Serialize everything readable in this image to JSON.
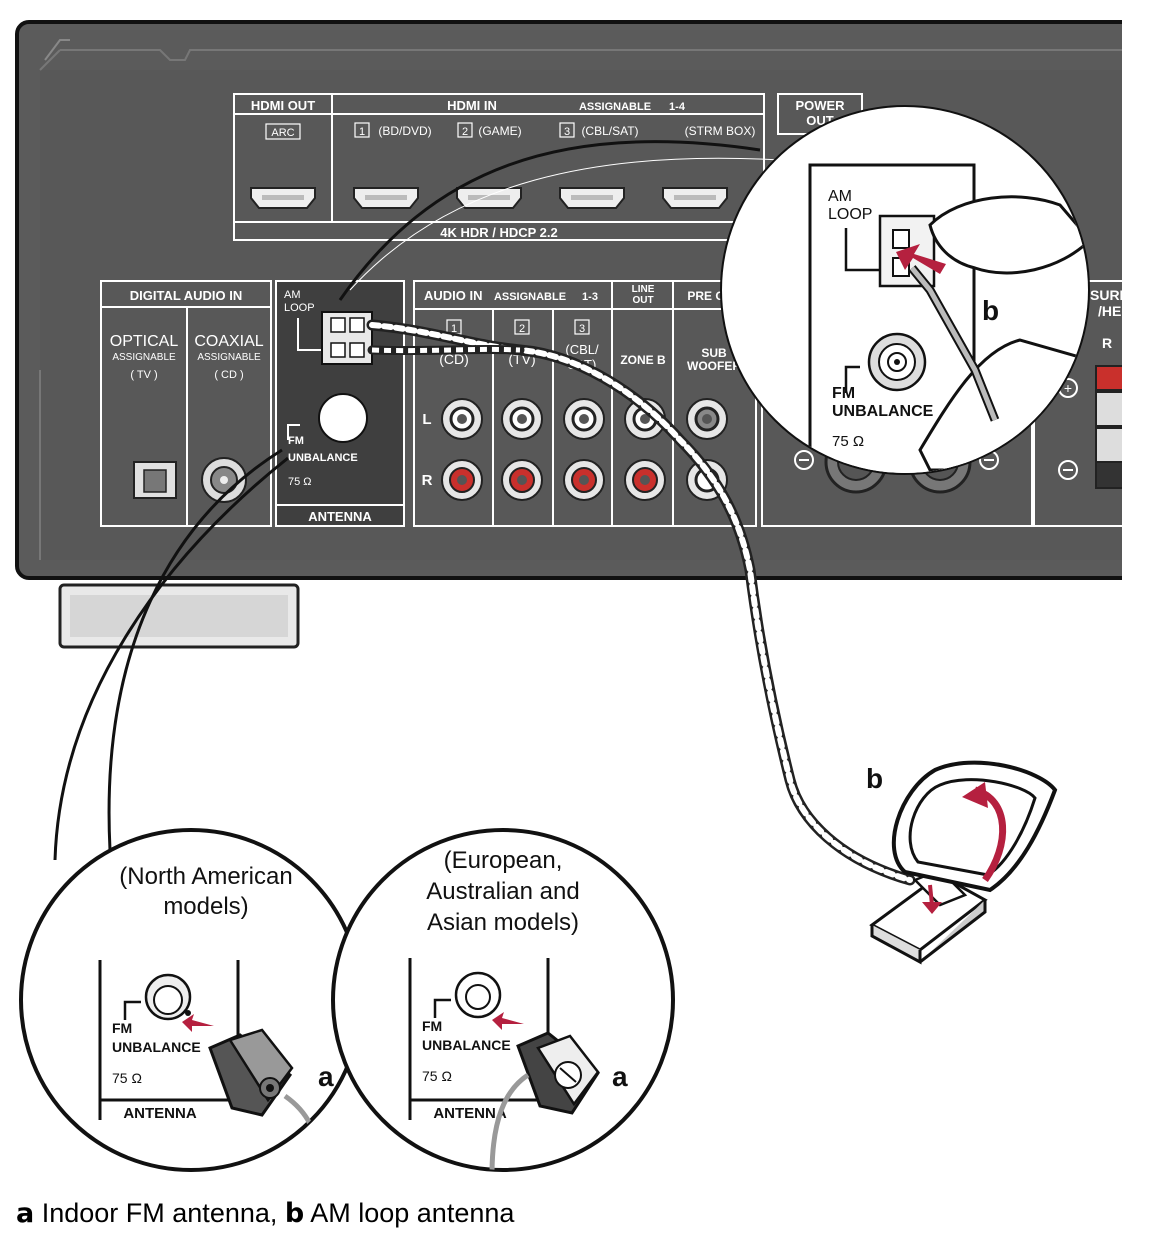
{
  "panel": {
    "hdmi_out": "HDMI OUT",
    "arc": "ARC",
    "hdmi_in": "HDMI IN",
    "assignable_14": "ASSIGNABLE",
    "assignable_14_range": "1-4",
    "in1": "(BD/DVD)",
    "in2": "(GAME)",
    "in3": "(CBL/SAT)",
    "in4": "(STRM BOX)",
    "hdcp": "4K HDR / HDCP 2.2",
    "power_out": "POWER",
    "power_out2": "OUT",
    "digital_audio_in": "DIGITAL AUDIO IN",
    "optical": "OPTICAL",
    "coaxial": "COAXIAL",
    "assignable": "ASSIGNABLE",
    "tv": "( TV )",
    "cd": "( CD )",
    "am_loop_1": "AM",
    "am_loop_2": "LOOP",
    "fm": "FM",
    "unbalance": "UNBALANCE",
    "ohm": "75 Ω",
    "antenna": "ANTENNA",
    "audio_in": "AUDIO IN",
    "assignable_13": "ASSIGNABLE",
    "assignable_13_range": "1-3",
    "ain1": "(CD)",
    "ain2": "(TV)",
    "ain3a": "(CBL/",
    "ain3b": "SAT)",
    "line_out_1": "LINE",
    "line_out_2": "OUT",
    "zone_b": "ZONE B",
    "pre_out": "PRE OUT",
    "sub_1": "SUB",
    "sub_2": "WOOFER",
    "surr_1": "SURR",
    "surr_2": "/HE",
    "l": "L",
    "r": "R"
  },
  "zoom_am": {
    "am": "AM",
    "loop": "LOOP",
    "fm": "FM",
    "unbalance": "UNBALANCE",
    "ohm": "75 Ω",
    "label_b": "b"
  },
  "loop_antenna_label": "b",
  "na_zoom": {
    "title_1": "(North American",
    "title_2": "models)",
    "fm": "FM",
    "unbalance": "UNBALANCE",
    "ohm": "75 Ω",
    "antenna": "ANTENNA",
    "label_a": "a"
  },
  "eu_zoom": {
    "title_1": "(European,",
    "title_2": "Australian and",
    "title_3": "Asian models)",
    "fm": "FM",
    "unbalance": "UNBALANCE",
    "ohm": "75 Ω",
    "antenna": "ANTENNA",
    "label_a": "a"
  },
  "caption": {
    "a": "a",
    "a_text": " Indoor FM antenna, ",
    "b": "b",
    "b_text": " AM loop antenna"
  },
  "colors": {
    "panel": "#5a5a5a",
    "panel_dark": "#3f3f3f",
    "accent_red": "#b5203f",
    "rca_red": "#c9302c"
  }
}
